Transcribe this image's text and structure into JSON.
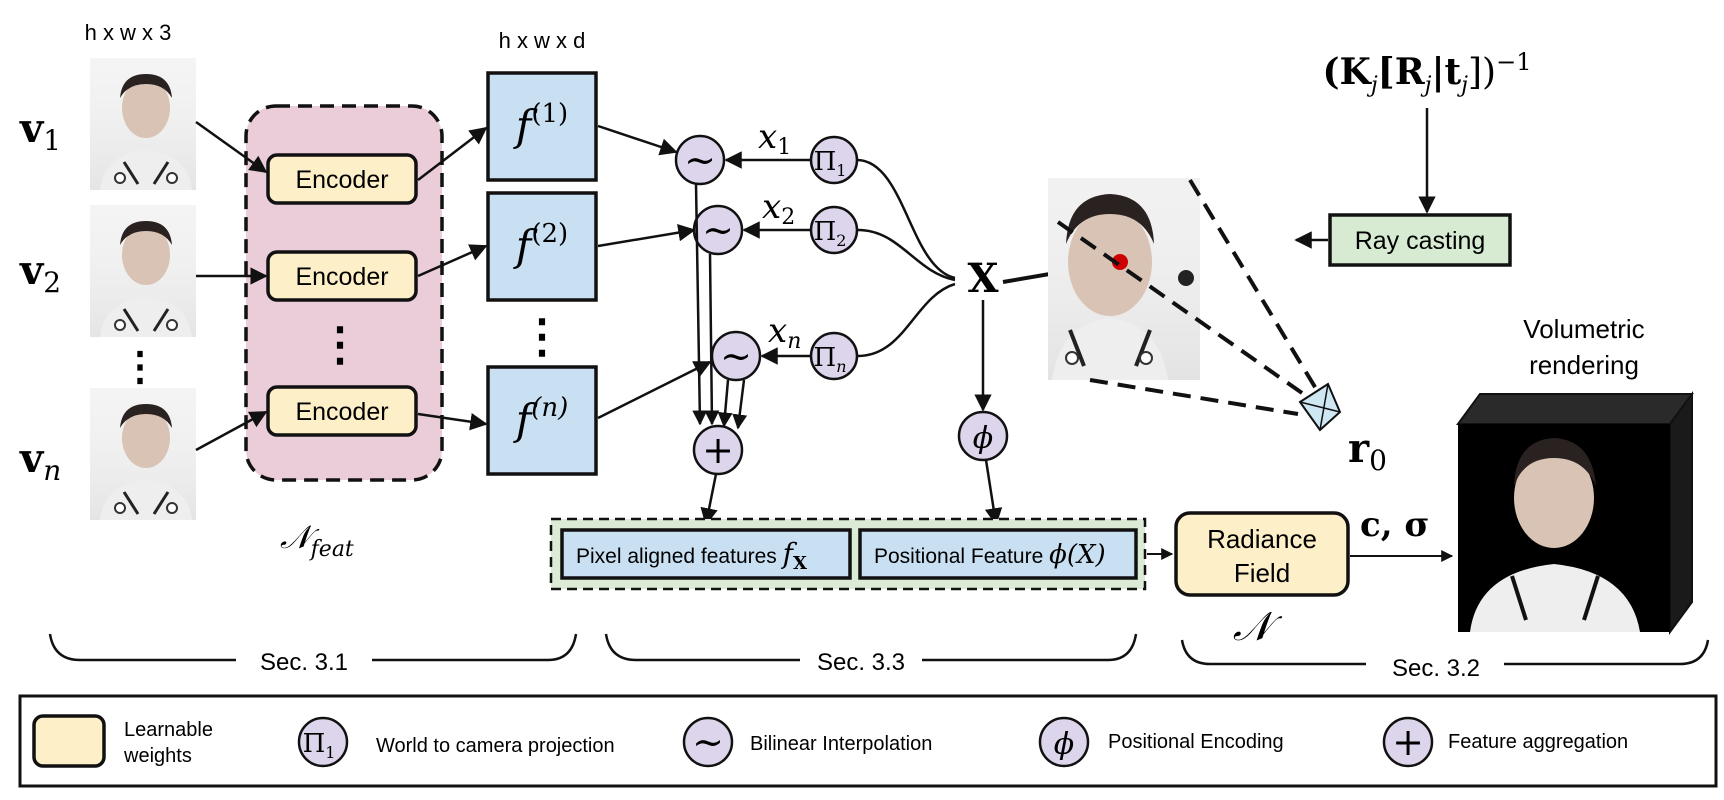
{
  "colors": {
    "learnable": "#fdf0c8",
    "feature_map": "#c9e0f3",
    "encoder_group": "#eacdd9",
    "op_circle": "#ddd5ec",
    "positional_group": "#dcebd6",
    "ray_casting": "#d6ebd2",
    "face_tint": "#d9c3b4",
    "hair": "#2a2220",
    "shirt": "#eeeeee",
    "red_point": "#cc0000"
  },
  "inputs": {
    "dims_label": "h x w x 3",
    "views": [
      {
        "name": "v",
        "subscript": "1"
      },
      {
        "name": "v",
        "subscript": "2"
      },
      {
        "name": "v",
        "subscript": "n"
      }
    ],
    "ellipsis": "⋮"
  },
  "encoders": {
    "label": "Encoder",
    "group_label": "𝒩",
    "group_subscript": "feat",
    "ellipsis": "⋮"
  },
  "feature_maps": {
    "dims_label": "h x w x d",
    "items": [
      {
        "base": "f",
        "sup": "(1)"
      },
      {
        "base": "f",
        "sup": "(2)"
      },
      {
        "base": "f",
        "sup": "(n)"
      }
    ],
    "ellipsis": "⋮"
  },
  "interpolation": {
    "symbol": "∼",
    "samples": [
      {
        "x": "x",
        "sub": "1"
      },
      {
        "x": "x",
        "sub": "2"
      },
      {
        "x": "x",
        "sub": "n"
      }
    ]
  },
  "projection": {
    "symbol": "Π",
    "items": [
      {
        "sub": "1"
      },
      {
        "sub": "2"
      },
      {
        "sub": "n"
      }
    ]
  },
  "aggregation_symbol": "+",
  "point_label": "X",
  "phi_symbol": "ϕ",
  "features_bar": {
    "pixel_text": "Pixel aligned features ",
    "pixel_math": "f",
    "pixel_sub": "X",
    "positional_text": "Positional Feature ",
    "positional_math": "ϕ(X)"
  },
  "camera": {
    "matrix_label": "(K",
    "matrix_sub_j": "j",
    "matrix_mid": "[R",
    "matrix_t": "|t",
    "matrix_end": "])",
    "matrix_sup": "−1",
    "ray_casting": "Ray casting",
    "origin": "r",
    "origin_sub": "0"
  },
  "radiance": {
    "line1": "Radiance",
    "line2": "Field",
    "network": "𝒩",
    "output": "c, σ"
  },
  "rendering": {
    "line1": "Volumetric",
    "line2": "rendering"
  },
  "sections": [
    "Sec. 3.1",
    "Sec. 3.3",
    "Sec. 3.2"
  ],
  "legend": {
    "learnable": "Learnable\nweights",
    "learnable_line1": "Learnable",
    "learnable_line2": "weights",
    "projection_symbol": "Π",
    "projection_sub": "1",
    "projection": "World to camera projection",
    "interp_symbol": "∼",
    "interpolation": "Bilinear Interpolation",
    "phi_symbol": "ϕ",
    "positional": "Positional Encoding",
    "plus_symbol": "+",
    "aggregation": "Feature aggregation"
  }
}
